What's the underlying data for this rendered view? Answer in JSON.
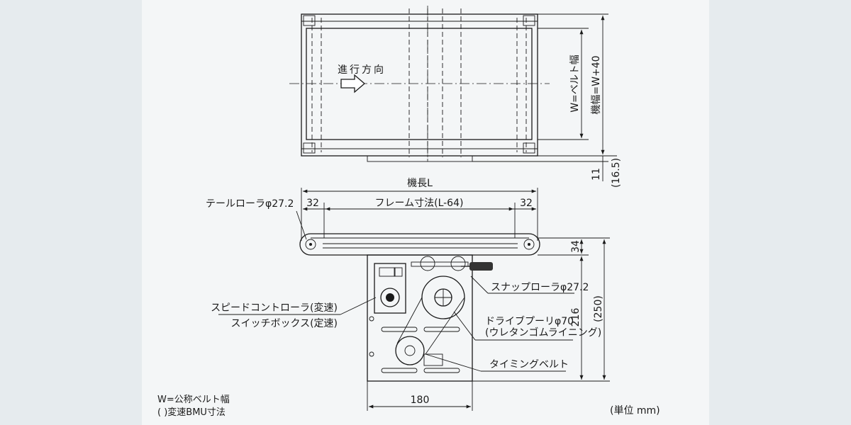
{
  "labels": {
    "direction": "進行方向",
    "belt_width": "W=ベルト幅",
    "machine_width": "機幅=W+40",
    "dim_11": "11",
    "dim_16_5": "(16.5)",
    "machine_length": "機長L",
    "tail_roller": "テールローラφ27.2",
    "dim_32_left": "32",
    "frame_dim": "フレーム寸法(L-64)",
    "dim_32_right": "32",
    "dim_34": "34",
    "dim_216": "216",
    "dim_250": "(250)",
    "snap_roller": "スナップローラφ27.2",
    "speed_controller": "スピードコントローラ(変速)",
    "switch_box": "スイッチボックス(定速)",
    "drive_pulley": "ドライブプーリφ70",
    "drive_pulley_note": "(ウレタンゴムライニング)",
    "timing_belt": "タイミングベルト",
    "dim_180": "180",
    "note_w": "W=公称ベルト幅",
    "note_bmu": "( )変速BMU寸法",
    "unit": "(単位 mm)"
  },
  "colors": {
    "belt": "#b3d6a6",
    "background": "#f4f6f7",
    "page": "#e6ebee",
    "frame": "#ffffff",
    "line": "#1a1a1a"
  }
}
